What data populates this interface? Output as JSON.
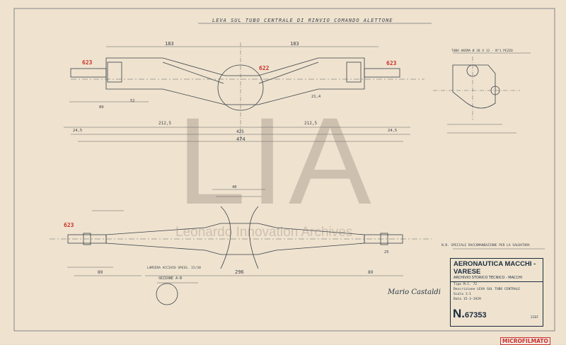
{
  "drawing": {
    "title": "LEVA SUL TUBO CENTRALE DI RINVIO COMANDO ALETTONE",
    "part_codes": [
      "623",
      "622",
      "623",
      "623"
    ],
    "dimensions_top": [
      "183",
      "183",
      "425",
      "474",
      "212,5",
      "212,5",
      "24,5",
      "24,5",
      "21,4",
      "52",
      "89"
    ],
    "dimensions_bottom": [
      "296",
      "89",
      "89",
      "40",
      "25"
    ],
    "section_label": "SEZIONE A-B",
    "notes": [
      "TUBO ANIMA Ø 28 X 12 - N°1 PEZZO",
      "N.B. SPECIALE RACCOMANDAZIONE PER LA SALDATURA",
      "LAMIERA ACCIAIO SPESS. 15/10"
    ],
    "signature": "Mario Castaldi"
  },
  "watermark": {
    "main": "LIA",
    "sub": "Leonardo Innovation Archives"
  },
  "title_block": {
    "company": "AERONAUTICA MACCHI - VARESE",
    "dept": "ARCHIVIO STORICO TECNICO - MACCHI",
    "fields": [
      "Tipo  M.C. 72",
      "Descrizione  LEVA SUL TUBO CENTRALE",
      "Scala  1:1",
      "Data  15-3-1929"
    ],
    "number": "67353",
    "suffix": "22EF"
  },
  "stamp": "MICROFILMATO"
}
